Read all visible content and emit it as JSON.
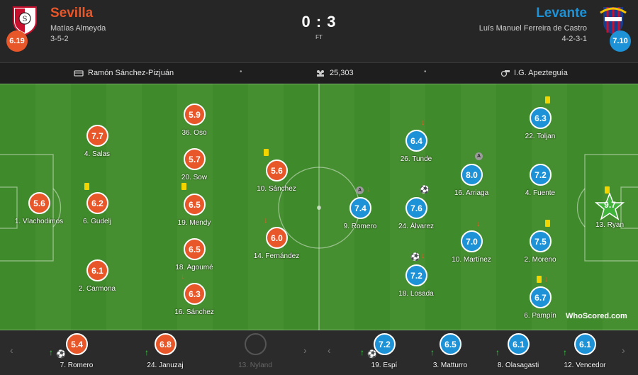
{
  "home": {
    "name": "Sevilla",
    "manager": "Matías Almeyda",
    "formation": "3-5-2",
    "rating": "6.19",
    "color": "#e8572a",
    "crest_icon": "sevilla-crest-icon"
  },
  "away": {
    "name": "Levante",
    "manager": "Luís Manuel Ferreira de Castro",
    "formation": "4-2-3-1",
    "rating": "7.10",
    "color": "#1e92d6",
    "crest_icon": "levante-crest-icon"
  },
  "match": {
    "score": "0 : 3",
    "status": "FT"
  },
  "info": {
    "stadium": "Ramón Sánchez-Pizjuán",
    "attendance": "25,303",
    "referee": "I.G. Apezteguía",
    "separator": "•"
  },
  "home_players": [
    {
      "name": "1. Vlachodimos",
      "rating": "5.6"
    },
    {
      "name": "4. Salas",
      "rating": "7.7"
    },
    {
      "name": "6. Gudelj",
      "rating": "6.2"
    },
    {
      "name": "2. Carmona",
      "rating": "6.1"
    },
    {
      "name": "36. Oso",
      "rating": "5.9"
    },
    {
      "name": "20. Sow",
      "rating": "5.7"
    },
    {
      "name": "19. Mendy",
      "rating": "6.5"
    },
    {
      "name": "18. Agoumé",
      "rating": "6.5"
    },
    {
      "name": "16. Sánchez",
      "rating": "6.3"
    },
    {
      "name": "10. Sánchez",
      "rating": "5.6"
    },
    {
      "name": "14. Fernández",
      "rating": "6.0"
    }
  ],
  "away_players": [
    {
      "name": "9. Romero",
      "rating": "7.4"
    },
    {
      "name": "26. Tunde",
      "rating": "6.4"
    },
    {
      "name": "24. Álvarez",
      "rating": "7.6"
    },
    {
      "name": "18. Losada",
      "rating": "7.2"
    },
    {
      "name": "16. Arriaga",
      "rating": "8.0"
    },
    {
      "name": "10. Martínez",
      "rating": "7.0"
    },
    {
      "name": "22. Toljan",
      "rating": "6.3"
    },
    {
      "name": "4. Fuente",
      "rating": "7.2"
    },
    {
      "name": "2. Moreno",
      "rating": "7.5"
    },
    {
      "name": "6. Pampín",
      "rating": "6.7"
    },
    {
      "name": "13. Ryan",
      "rating": "9.7"
    }
  ],
  "subs": [
    {
      "name": "7. Romero",
      "rating": "5.4"
    },
    {
      "name": "24. Januzaj",
      "rating": "6.8"
    },
    {
      "name": "13. Nyland",
      "rating": ""
    },
    {
      "name": "19. Espí",
      "rating": "7.2"
    },
    {
      "name": "3. Matturro",
      "rating": "6.5"
    },
    {
      "name": "8. Olasagasti",
      "rating": "6.1"
    },
    {
      "name": "12. Vencedor",
      "rating": "6.1"
    }
  ],
  "badges": {
    "captain": "A"
  },
  "watermark": "WhoScored.com",
  "colors": {
    "pitch": "#3f8a2a",
    "yellow_card": "#f2d400",
    "sub_in": "#2fd33d",
    "sub_out": "#e8572a"
  }
}
